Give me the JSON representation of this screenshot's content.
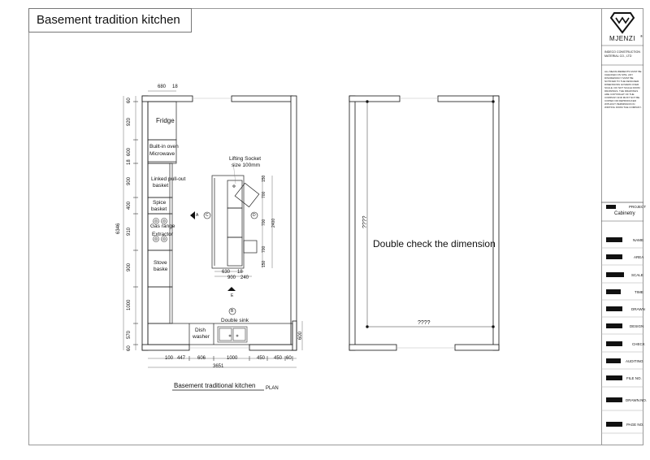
{
  "sheet": {
    "title": "Basement  tradition kitchen"
  },
  "title_block": {
    "logo_icon": "mjenzi-shield-logo",
    "company_name": "MJENZI",
    "company_full": "INDECO CONSTRUCTION MATERIAL CO., LTD",
    "notes": "ALL MEASUREMENTS MUST BE CHECKED ON SITE. ANY DISCREPANCY MUST BE NOTIFIED TO THE DESIGNER. DIMENSIONS GOVERN OVER SCALE. DO NOT SCALE FROM DRAWINGS. THE DRAWINGS ARE COPYRIGHT OF THE COMPANY AND MUST NOT BE COPIED OR REPRODUCED WITHOUT PERMISSION IN WRITING FROM THE COMPANY.",
    "project_label": "PROJECT",
    "project_value": "Cabinetry",
    "fields": [
      "NAME",
      "AREA",
      "SCALE",
      "TIME",
      "DRAWN",
      "DESIGN",
      "CHECK",
      "AUDITING",
      "FILE NO.",
      "DRAWN.NO.",
      "PAGE NO."
    ]
  },
  "plan": {
    "caption": "Basement  traditional kitchen",
    "caption_suffix": "PLAN",
    "cabinets": {
      "fridge": "Fridge",
      "oven_line1": "Built-in oven",
      "oven_line2": "Microwave",
      "pullout_line1": "Linked pull-out",
      "pullout_line2": "basket",
      "spice_line1": "Spice",
      "spice_line2": "basket",
      "gas_line1": "Gas range",
      "gas_line2": "Extractor",
      "stove_line1": "Stove",
      "stove_line2": "baske",
      "dish_line1": "Dish",
      "dish_line2": "washer",
      "double_sink": "Double sink",
      "lifting_line1": "Lifting Socket",
      "lifting_line2": "size 100mm"
    },
    "elevation_markers": {
      "a": "A",
      "b": "B",
      "c": "C",
      "d": "D",
      "e": "E"
    },
    "dims_top": [
      "680",
      "18"
    ],
    "dims_left": [
      "60",
      "920",
      "600",
      "18",
      "900",
      "400",
      "910",
      "900",
      "1000",
      "570",
      "60"
    ],
    "dim_total_height": "6346",
    "dims_bottom": [
      "100",
      "447",
      "606",
      "1000",
      "450",
      "450",
      "60"
    ],
    "dim_total_width": "3651",
    "dims_island_bottom": [
      "630",
      "18",
      "900",
      "240"
    ],
    "dims_island_right": [
      "150",
      "700",
      "700",
      "700",
      "150",
      "2400"
    ],
    "dim_right_wall": "600"
  },
  "check": {
    "note": "Double check the dimension",
    "unknown_height": "????",
    "unknown_width": "????"
  }
}
